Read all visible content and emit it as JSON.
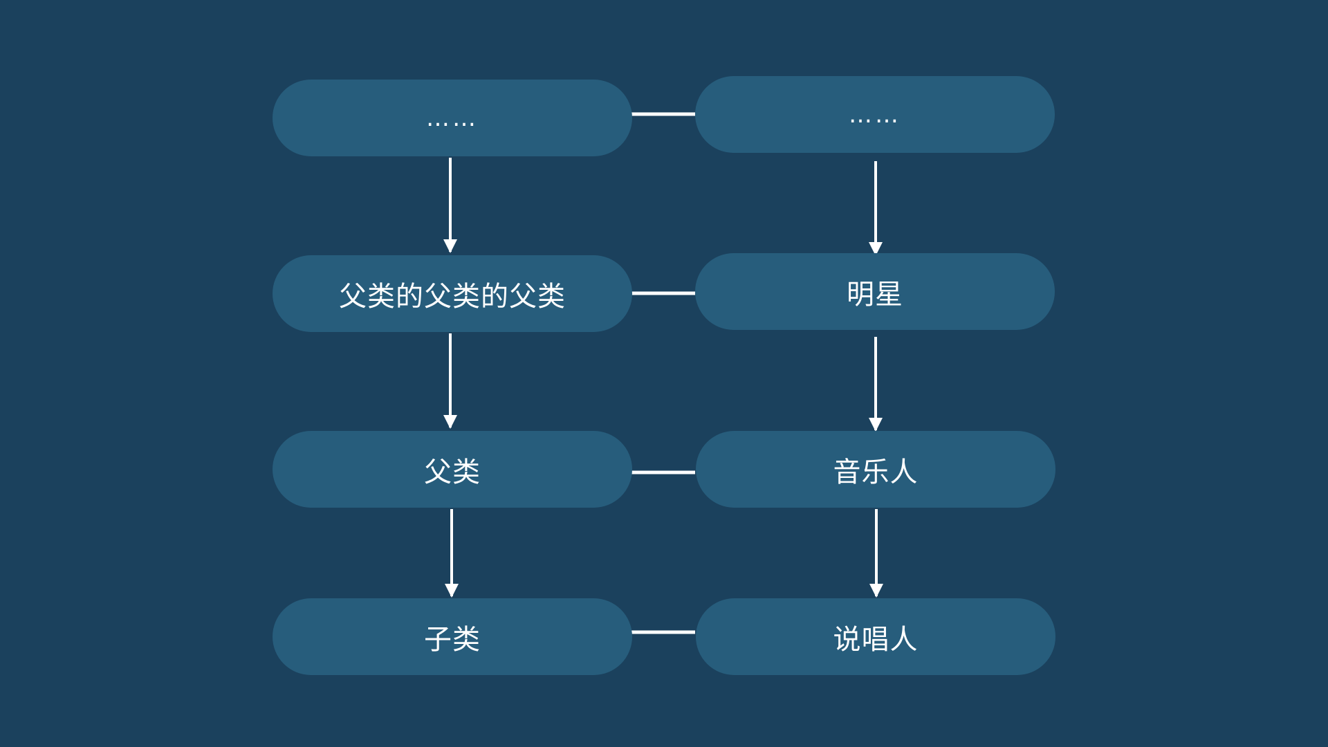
{
  "colors": {
    "background": "#1b415d",
    "node_fill": "#275d7c",
    "text": "#ffffff",
    "line": "#ffffff"
  },
  "left_column": {
    "nodes": [
      "……",
      "父类的父类的父类",
      "父类",
      "子类"
    ]
  },
  "right_column": {
    "nodes": [
      "……",
      "明星",
      "音乐人",
      "说唱人"
    ]
  },
  "connections": {
    "vertical": "arrow pointing down between consecutive nodes in each column",
    "horizontal": "plain line linking left and right node in each row"
  }
}
